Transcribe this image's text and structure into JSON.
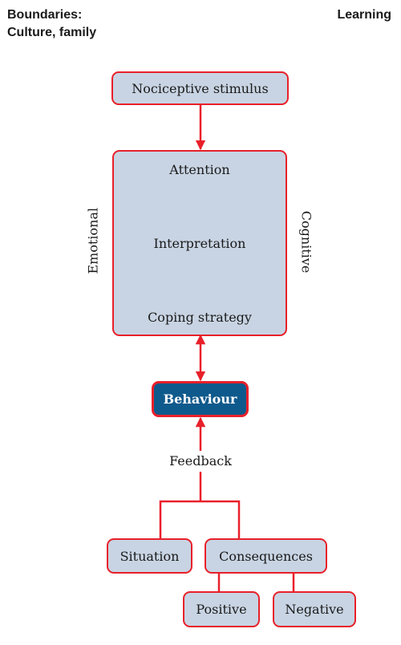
{
  "header": {
    "left_line1": "Boundaries:",
    "left_line2": "Culture, family",
    "right": "Learning"
  },
  "diagram": {
    "stimulus": "Nociceptive stimulus",
    "processing": {
      "attention": "Attention",
      "interpretation": "Interpretation",
      "coping": "Coping strategy",
      "left_side": "Emotional",
      "right_side": "Cognitive"
    },
    "behaviour": "Behaviour",
    "feedback": "Feedback",
    "situation": "Situation",
    "consequences": "Consequences",
    "positive": "Positive",
    "negative": "Negative"
  },
  "colors": {
    "box_fill": "#c8d4e3",
    "border_arrow": "#e8202a",
    "behaviour_fill": "#0f5a8c"
  }
}
